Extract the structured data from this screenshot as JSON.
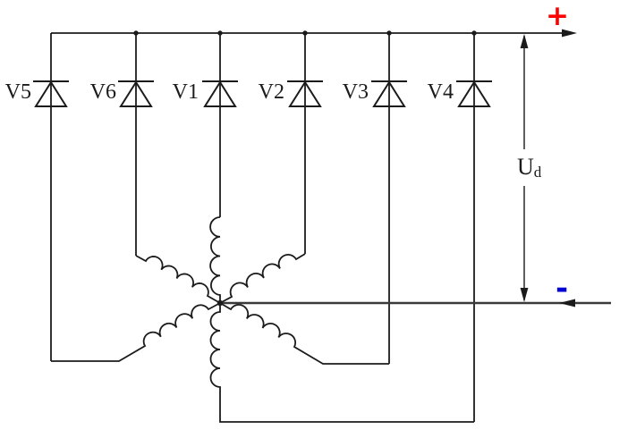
{
  "circuit": {
    "diodes": [
      {
        "label": "V5"
      },
      {
        "label": "V6"
      },
      {
        "label": "V1"
      },
      {
        "label": "V2"
      },
      {
        "label": "V3"
      },
      {
        "label": "V4"
      }
    ],
    "terminals": {
      "positive": "+",
      "negative": "-"
    },
    "output_voltage_label": {
      "symbol": "U",
      "subscript": "d"
    },
    "colors": {
      "wire": "#1b1b1b",
      "positive_terminal": "#ff0000",
      "negative_terminal": "#0000d6"
    }
  }
}
